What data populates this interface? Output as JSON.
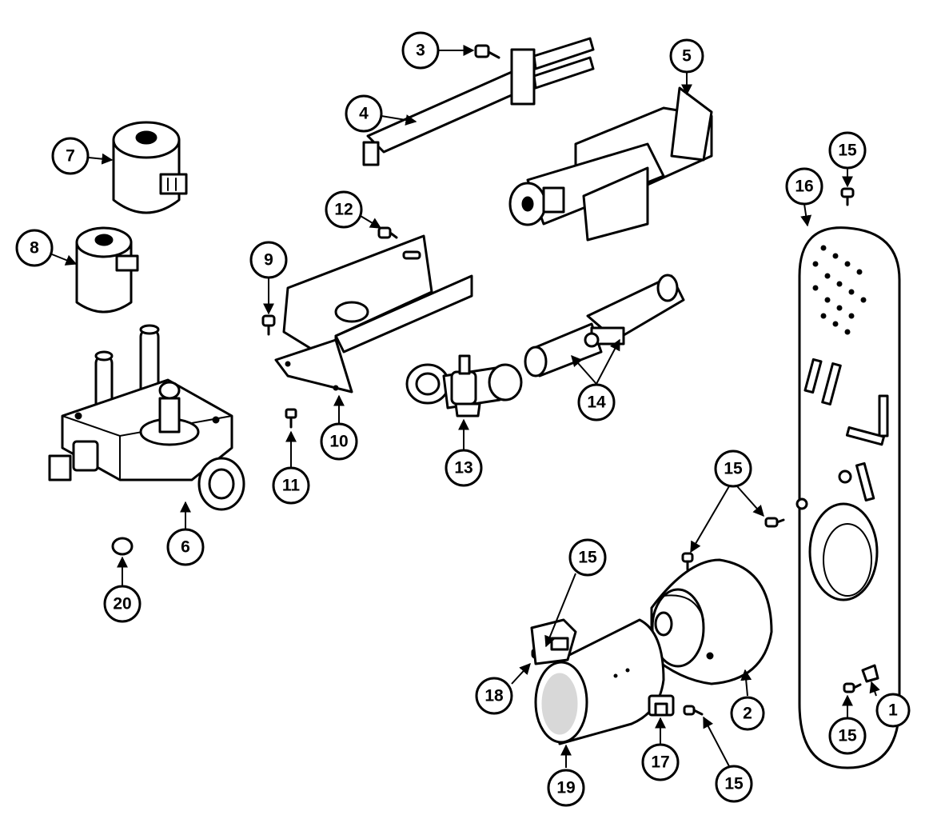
{
  "diagram": {
    "callouts": {
      "c1": "1",
      "c2": "2",
      "c3": "3",
      "c4": "4",
      "c5": "5",
      "c6": "6",
      "c7": "7",
      "c8": "8",
      "c9": "9",
      "c10": "10",
      "c11": "11",
      "c12": "12",
      "c13": "13",
      "c14": "14",
      "c15a": "15",
      "c15b": "15",
      "c15c": "15",
      "c15d": "15",
      "c15e": "15",
      "c16": "16",
      "c17": "17",
      "c18": "18",
      "c19": "19",
      "c20": "20"
    },
    "colors": {
      "line": "#000000",
      "background": "#ffffff"
    }
  }
}
